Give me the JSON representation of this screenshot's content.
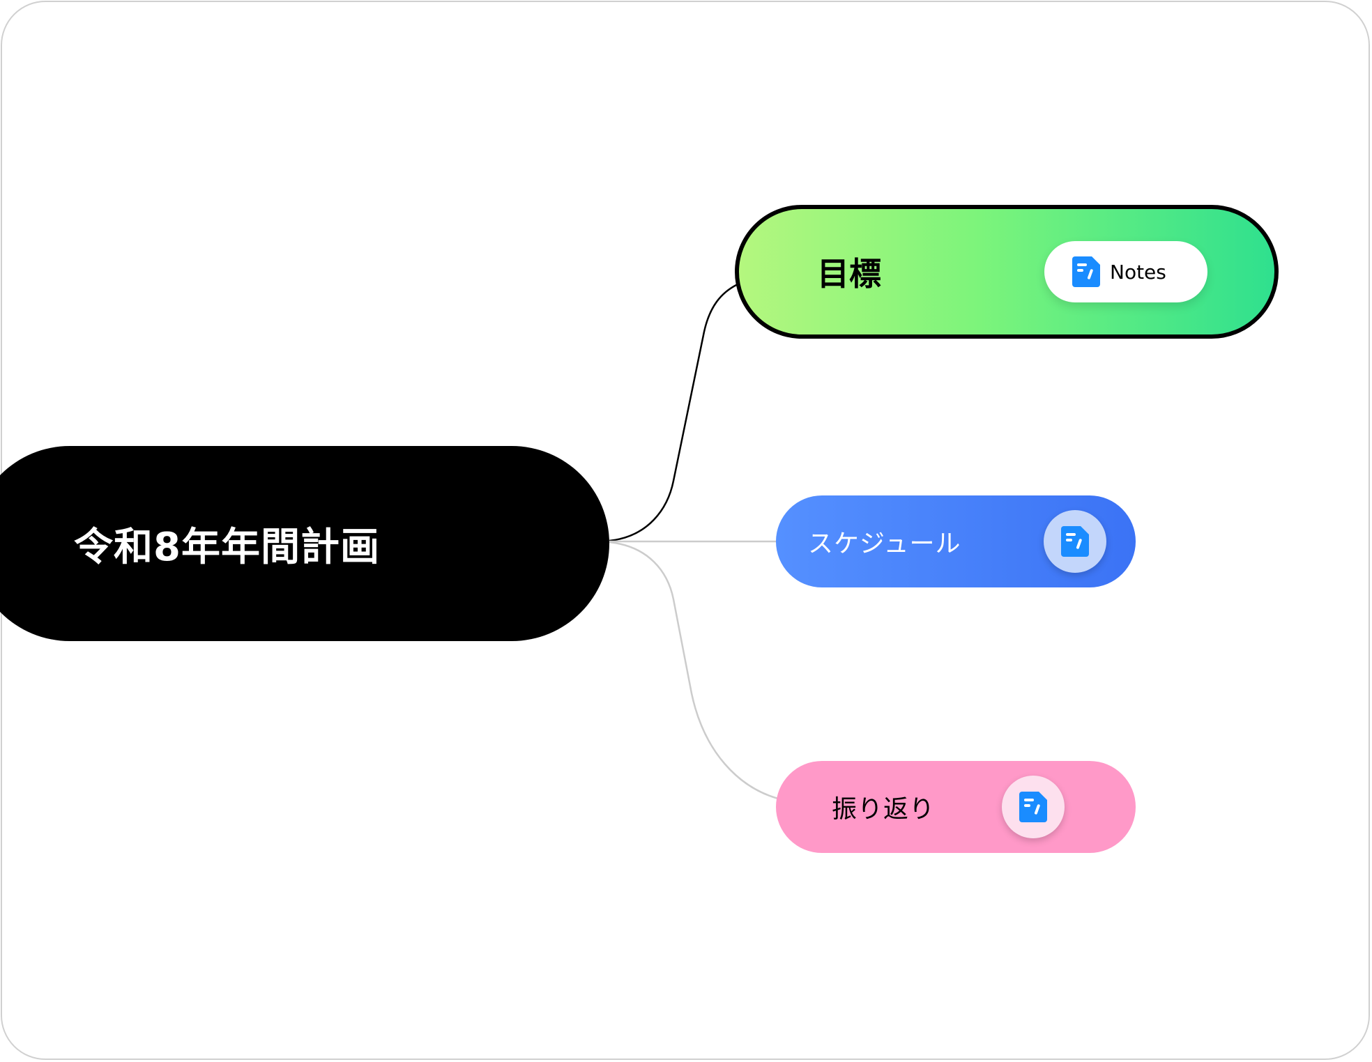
{
  "root": {
    "label": "令和8年年間計画"
  },
  "branches": [
    {
      "label": "目標",
      "notes_label": "Notes",
      "color": "#2fe08e"
    },
    {
      "label": "スケジュール",
      "color": "#3b73f5"
    },
    {
      "label": "振り返り",
      "color": "#ff99c8"
    }
  ],
  "icons": {
    "note": "note-edit-icon"
  },
  "colors": {
    "note_icon": "#1a8cff",
    "connector_active": "#000000",
    "connector_inactive": "#cccccc"
  }
}
